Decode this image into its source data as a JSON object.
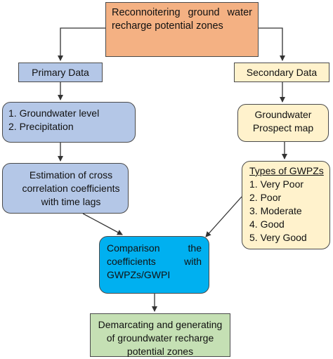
{
  "nodes": {
    "title": "Reconnoitering ground water recharge potential zones",
    "primary": "Primary Data",
    "secondary": "Secondary Data",
    "gw_items": [
      "1. Groundwater level",
      "2. Precipitation"
    ],
    "prospect": "Groundwater Prospect map",
    "estimation": "Estimation of cross correlation coefficients with time lags",
    "types_header": "Types of GWPZs",
    "types_items": [
      "1. Very Poor",
      "2. Poor",
      "3. Moderate",
      "4. Good",
      "5. Very Good"
    ],
    "comparison": "Comparison the coefficients with GWPZs/GWPI",
    "demarcating": "Demarcating and generating of groundwater recharge potential zones"
  },
  "colors": {
    "title_fill": "#f4b183",
    "primary_fill": "#b4c7e7",
    "secondary_fill": "#fff2cc",
    "comparison_fill": "#00b0f0",
    "output_fill": "#c5e0b4",
    "arrow": "#333333"
  }
}
